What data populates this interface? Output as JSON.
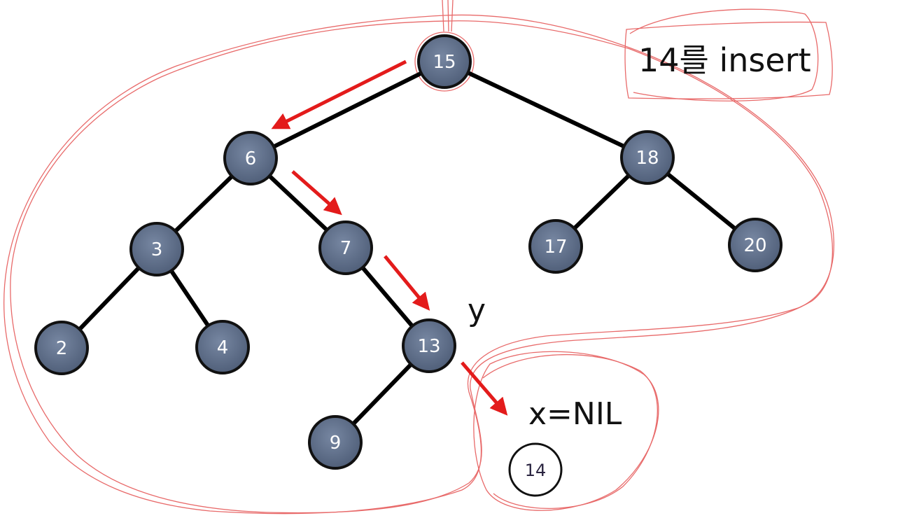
{
  "title": "14를 insert",
  "labels": {
    "y": "y",
    "x": "x=NIL"
  },
  "new_node": "14",
  "tree": {
    "nodes": [
      {
        "id": "15",
        "label": "15"
      },
      {
        "id": "6",
        "label": "6"
      },
      {
        "id": "18",
        "label": "18"
      },
      {
        "id": "3",
        "label": "3"
      },
      {
        "id": "7",
        "label": "7"
      },
      {
        "id": "17",
        "label": "17"
      },
      {
        "id": "20",
        "label": "20"
      },
      {
        "id": "2",
        "label": "2"
      },
      {
        "id": "4",
        "label": "4"
      },
      {
        "id": "13",
        "label": "13"
      },
      {
        "id": "9",
        "label": "9"
      }
    ],
    "edges": [
      [
        "15",
        "6"
      ],
      [
        "15",
        "18"
      ],
      [
        "6",
        "3"
      ],
      [
        "6",
        "7"
      ],
      [
        "18",
        "17"
      ],
      [
        "18",
        "20"
      ],
      [
        "3",
        "2"
      ],
      [
        "3",
        "4"
      ],
      [
        "7",
        "13"
      ],
      [
        "13",
        "9"
      ]
    ],
    "search_path": [
      "15",
      "6",
      "7",
      "13"
    ]
  },
  "colors": {
    "node_fill": "#5b6b86",
    "node_stroke": "#111111",
    "edge": "#000000",
    "arrow": "#e31b1b",
    "sketch": "#e86a6a"
  }
}
